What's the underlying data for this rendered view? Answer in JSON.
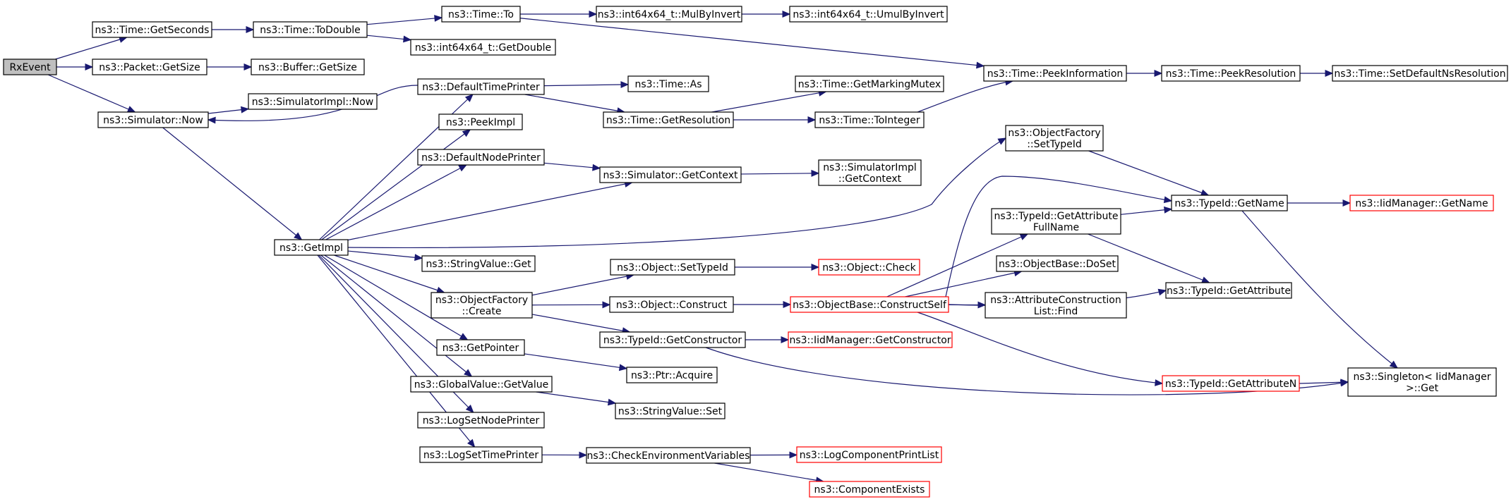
{
  "graph": {
    "edge_color": "#191970",
    "root_fill": "#bfbfbf",
    "truncated_border": "#ff0000",
    "nodes": [
      {
        "id": "n0",
        "lines": [
          "RxEvent"
        ],
        "root": true
      },
      {
        "id": "n1",
        "lines": [
          "ns3::Time::GetSeconds"
        ]
      },
      {
        "id": "n2",
        "lines": [
          "ns3::Packet::GetSize"
        ]
      },
      {
        "id": "n3",
        "lines": [
          "ns3::Simulator::Now"
        ]
      },
      {
        "id": "n4",
        "lines": [
          "ns3::Time::ToDouble"
        ]
      },
      {
        "id": "n5",
        "lines": [
          "ns3::Buffer::GetSize"
        ]
      },
      {
        "id": "n6",
        "lines": [
          "ns3::SimulatorImpl::Now"
        ]
      },
      {
        "id": "n7",
        "lines": [
          "ns3::GetImpl"
        ]
      },
      {
        "id": "n8",
        "lines": [
          "ns3::Time::To"
        ]
      },
      {
        "id": "n9",
        "lines": [
          "ns3::int64x64_t::GetDouble"
        ]
      },
      {
        "id": "n10",
        "lines": [
          "ns3::DefaultTimePrinter"
        ]
      },
      {
        "id": "n11",
        "lines": [
          "ns3::PeekImpl"
        ]
      },
      {
        "id": "n12",
        "lines": [
          "ns3::DefaultNodePrinter"
        ]
      },
      {
        "id": "n13",
        "lines": [
          "ns3::StringValue::Get"
        ]
      },
      {
        "id": "n14",
        "lines": [
          "ns3::ObjectFactory",
          "::Create"
        ]
      },
      {
        "id": "n15",
        "lines": [
          "ns3::GetPointer"
        ]
      },
      {
        "id": "n16",
        "lines": [
          "ns3::GlobalValue::GetValue"
        ]
      },
      {
        "id": "n17",
        "lines": [
          "ns3::LogSetNodePrinter"
        ]
      },
      {
        "id": "n18",
        "lines": [
          "ns3::LogSetTimePrinter"
        ]
      },
      {
        "id": "n19",
        "lines": [
          "ns3::int64x64_t::MulByInvert"
        ]
      },
      {
        "id": "n20",
        "lines": [
          "ns3::Time::As"
        ]
      },
      {
        "id": "n21",
        "lines": [
          "ns3::Time::GetResolution"
        ]
      },
      {
        "id": "n22",
        "lines": [
          "ns3::Simulator::GetContext"
        ]
      },
      {
        "id": "n23",
        "lines": [
          "ns3::Object::SetTypeId"
        ]
      },
      {
        "id": "n24",
        "lines": [
          "ns3::Object::Construct"
        ]
      },
      {
        "id": "n25",
        "lines": [
          "ns3::TypeId::GetConstructor"
        ]
      },
      {
        "id": "n26",
        "lines": [
          "ns3::Ptr::Acquire"
        ]
      },
      {
        "id": "n27",
        "lines": [
          "ns3::StringValue::Set"
        ]
      },
      {
        "id": "n28",
        "lines": [
          "ns3::CheckEnvironmentVariables"
        ]
      },
      {
        "id": "n29",
        "lines": [
          "ns3::int64x64_t::UmulByInvert"
        ]
      },
      {
        "id": "n30",
        "lines": [
          "ns3::Time::GetMarkingMutex"
        ]
      },
      {
        "id": "n31",
        "lines": [
          "ns3::Time::ToInteger"
        ]
      },
      {
        "id": "n32",
        "lines": [
          "ns3::SimulatorImpl",
          "::GetContext"
        ]
      },
      {
        "id": "n33",
        "lines": [
          "ns3::Object::Check"
        ],
        "truncated": true
      },
      {
        "id": "n34",
        "lines": [
          "ns3::ObjectBase::ConstructSelf"
        ],
        "truncated": true
      },
      {
        "id": "n35",
        "lines": [
          "ns3::IidManager::GetConstructor"
        ],
        "truncated": true
      },
      {
        "id": "n36",
        "lines": [
          "ns3::LogComponentPrintList"
        ],
        "truncated": true
      },
      {
        "id": "n37",
        "lines": [
          "ns3::ComponentExists"
        ],
        "truncated": true
      },
      {
        "id": "n38",
        "lines": [
          "ns3::Time::PeekInformation"
        ]
      },
      {
        "id": "n39",
        "lines": [
          "ns3::ObjectFactory",
          "::SetTypeId"
        ]
      },
      {
        "id": "n40",
        "lines": [
          "ns3::TypeId::GetAttribute",
          "FullName"
        ]
      },
      {
        "id": "n41",
        "lines": [
          "ns3::ObjectBase::DoSet"
        ]
      },
      {
        "id": "n42",
        "lines": [
          "ns3::AttributeConstruction",
          "List::Find"
        ]
      },
      {
        "id": "n43",
        "lines": [
          "ns3::Time::PeekResolution"
        ]
      },
      {
        "id": "n44",
        "lines": [
          "ns3::TypeId::GetName"
        ]
      },
      {
        "id": "n45",
        "lines": [
          "ns3::TypeId::GetAttribute"
        ]
      },
      {
        "id": "n46",
        "lines": [
          "ns3::TypeId::GetAttributeN"
        ],
        "truncated": true
      },
      {
        "id": "n47",
        "lines": [
          "ns3::Time::SetDefaultNsResolution"
        ]
      },
      {
        "id": "n48",
        "lines": [
          "ns3::IidManager::GetName"
        ],
        "truncated": true
      },
      {
        "id": "n49",
        "lines": [
          "ns3::Singleton< IidManager",
          " >::Get"
        ]
      }
    ],
    "edges": [
      [
        "n0",
        "n1"
      ],
      [
        "n0",
        "n2"
      ],
      [
        "n0",
        "n3"
      ],
      [
        "n1",
        "n4"
      ],
      [
        "n2",
        "n5"
      ],
      [
        "n3",
        "n6"
      ],
      [
        "n3",
        "n7"
      ],
      [
        "n4",
        "n8"
      ],
      [
        "n4",
        "n9"
      ],
      [
        "n7",
        "n10"
      ],
      [
        "n7",
        "n11"
      ],
      [
        "n7",
        "n12"
      ],
      [
        "n7",
        "n22"
      ],
      [
        "n7",
        "n39"
      ],
      [
        "n7",
        "n13"
      ],
      [
        "n7",
        "n14"
      ],
      [
        "n7",
        "n15"
      ],
      [
        "n7",
        "n16"
      ],
      [
        "n7",
        "n17"
      ],
      [
        "n7",
        "n18"
      ],
      [
        "n8",
        "n19"
      ],
      [
        "n8",
        "n38"
      ],
      [
        "n19",
        "n29"
      ],
      [
        "n10",
        "n3"
      ],
      [
        "n10",
        "n20"
      ],
      [
        "n10",
        "n21"
      ],
      [
        "n21",
        "n30"
      ],
      [
        "n21",
        "n31"
      ],
      [
        "n31",
        "n38"
      ],
      [
        "n12",
        "n22"
      ],
      [
        "n22",
        "n32"
      ],
      [
        "n14",
        "n23"
      ],
      [
        "n14",
        "n24"
      ],
      [
        "n14",
        "n25"
      ],
      [
        "n23",
        "n33"
      ],
      [
        "n24",
        "n34"
      ],
      [
        "n25",
        "n35"
      ],
      [
        "n25",
        "n49"
      ],
      [
        "n15",
        "n26"
      ],
      [
        "n16",
        "n27"
      ],
      [
        "n18",
        "n28"
      ],
      [
        "n28",
        "n36"
      ],
      [
        "n28",
        "n37"
      ],
      [
        "n34",
        "n44"
      ],
      [
        "n34",
        "n40"
      ],
      [
        "n34",
        "n41"
      ],
      [
        "n34",
        "n42"
      ],
      [
        "n34",
        "n45"
      ],
      [
        "n34",
        "n46"
      ],
      [
        "n38",
        "n43"
      ],
      [
        "n43",
        "n47"
      ],
      [
        "n39",
        "n44"
      ],
      [
        "n40",
        "n44"
      ],
      [
        "n40",
        "n45"
      ],
      [
        "n44",
        "n48"
      ],
      [
        "n44",
        "n49"
      ],
      [
        "n46",
        "n49"
      ]
    ]
  }
}
